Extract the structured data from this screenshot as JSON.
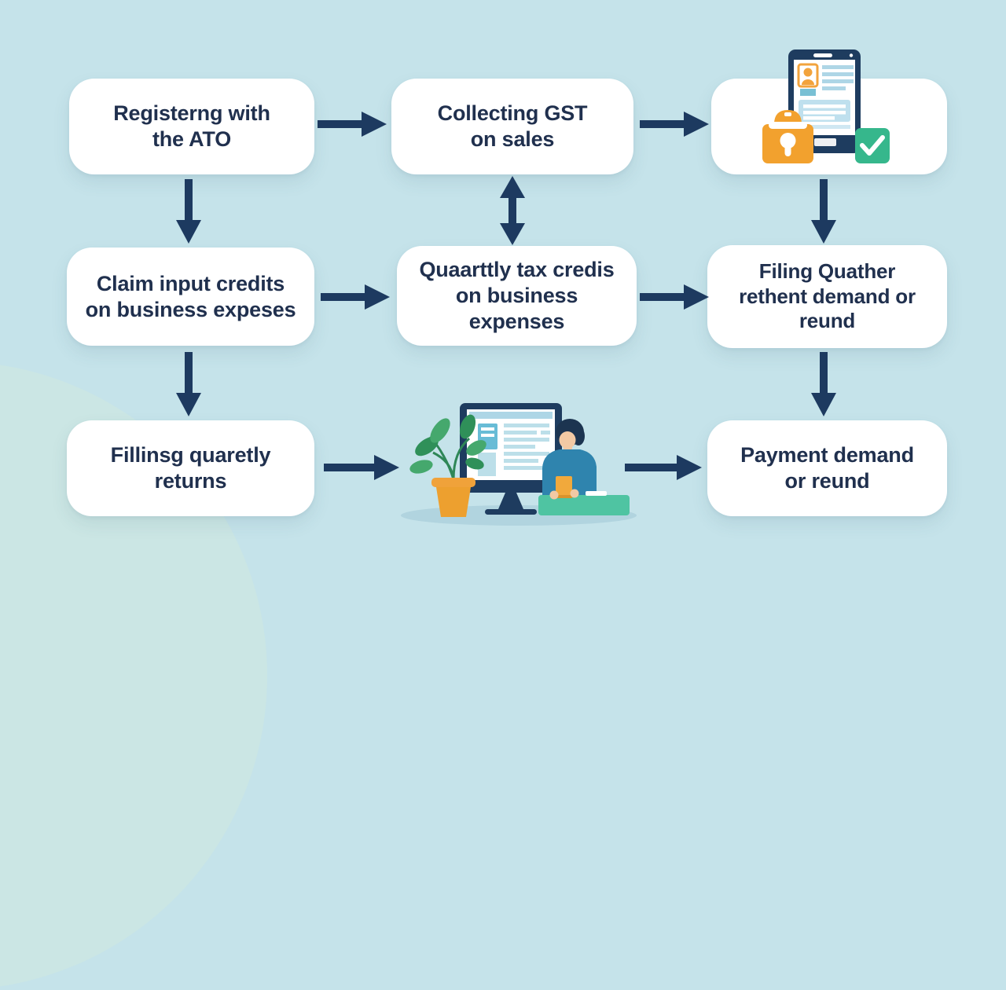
{
  "background": {
    "color": "#c5e3ea",
    "accent_circle_color": "#cfe7e0"
  },
  "styles": {
    "box_bg": "#ffffff",
    "text_color": "#20304e",
    "arrow_color": "#1d3a60",
    "lock_color": "#f2a12e",
    "check_color": "#36b78c",
    "desk_color": "#4fc4a2",
    "shirt_color": "#2f84ae",
    "pot_color": "#f0a23a"
  },
  "flowchart": {
    "nodes": [
      {
        "id": "register",
        "label": "Registerng with\nthe ATO"
      },
      {
        "id": "collect",
        "label": "Collecting GST\non sales"
      },
      {
        "id": "claim",
        "label": "Claim input credits\non business expeses"
      },
      {
        "id": "quarterly",
        "label": "Quaarttly tax credis\non business expenses"
      },
      {
        "id": "filing",
        "label": "Filing Quather\nrethent demand or\nreund"
      },
      {
        "id": "returns",
        "label": "Fillinsg quaretly\nreturns"
      },
      {
        "id": "payment",
        "label": "Payment demand\nor reund"
      }
    ],
    "illustrations": [
      {
        "id": "registration-tablet",
        "description": "Tablet showing a profile form with an orange padlock and a green checkmark"
      },
      {
        "id": "person-at-computer",
        "description": "Person at a desk with a desktop computer and a potted plant"
      }
    ],
    "connections": [
      {
        "from": "register",
        "to": "collect",
        "direction": "right"
      },
      {
        "from": "collect",
        "to": "registration-tablet",
        "direction": "right"
      },
      {
        "from": "register",
        "to": "claim",
        "direction": "down"
      },
      {
        "from": "collect",
        "to": "quarterly",
        "direction": "both-vertical"
      },
      {
        "from": "registration-tablet",
        "to": "filing",
        "direction": "down"
      },
      {
        "from": "claim",
        "to": "quarterly",
        "direction": "right"
      },
      {
        "from": "quarterly",
        "to": "filing",
        "direction": "right"
      },
      {
        "from": "claim",
        "to": "returns",
        "direction": "down"
      },
      {
        "from": "filing",
        "to": "payment",
        "direction": "down"
      },
      {
        "from": "returns",
        "to": "person-at-computer",
        "direction": "right"
      },
      {
        "from": "person-at-computer",
        "to": "payment",
        "direction": "right"
      }
    ]
  }
}
